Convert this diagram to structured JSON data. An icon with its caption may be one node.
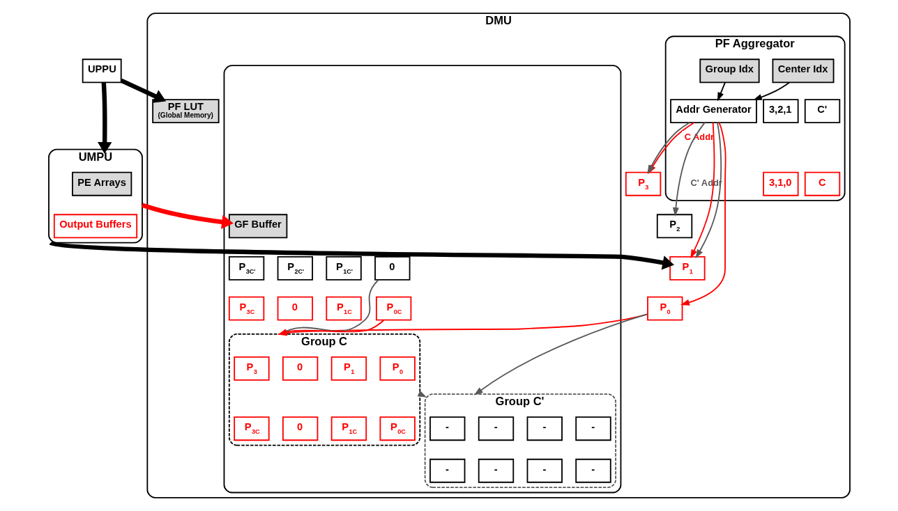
{
  "diagram": {
    "nodes": [
      {
        "text": [
          "UPPU"
        ]
      },
      {
        "text": [
          "UMPU"
        ]
      },
      {
        "text": [
          "PE Arrays"
        ],
        "in": 1
      },
      {
        "text": [
          "Output Buffers"
        ],
        "in": 1
      },
      {
        "text": [
          "DMU"
        ]
      },
      {
        "text": [
          "PF LUT",
          "(Global Memory)"
        ],
        "in": 4
      },
      {
        "text": [
          "P$_{3}$"
        ],
        "in": 4
      },
      {
        "text": [
          "P$_{2}$"
        ],
        "in": 4
      },
      {
        "text": [
          "P$_{1}$"
        ],
        "in": 4
      },
      {
        "text": [
          "P$_{0}$"
        ],
        "in": 4
      },
      {
        "text": [
          "PF Aggregator"
        ],
        "in": 4
      },
      {
        "text": [
          "Addr Generator"
        ],
        "in": 10
      },
      {
        "text": [
          "Group Idx"
        ],
        "in": 10
      },
      {
        "text": [
          "3,2,1"
        ],
        "in": 10
      },
      {
        "text": [
          "3,1,0"
        ],
        "in": 10
      },
      {
        "text": [
          "Center Idx"
        ],
        "in": 10
      },
      {
        "text": [
          "C'"
        ],
        "in": 10
      },
      {
        "text": [
          "C"
        ],
        "in": 10
      },
      {
        "text": [],
        "shape": "box",
        "in": 4
      },
      {
        "text": [
          "GF Buffer"
        ],
        "in": 18
      },
      {
        "text": [
          "P$_{3C'}$"
        ],
        "in": 18
      },
      {
        "text": [
          "P$_{2C'}$"
        ],
        "in": 18
      },
      {
        "text": [
          "P$_{1C'}$"
        ],
        "in": 18
      },
      {
        "text": [
          "0"
        ],
        "in": 18
      },
      {
        "text": [
          "P$_{3C}$"
        ],
        "in": 18
      },
      {
        "text": [
          "0"
        ],
        "in": 18
      },
      {
        "text": [
          "P$_{1C}$"
        ],
        "in": 18
      },
      {
        "text": [
          "P$_{0C}$"
        ],
        "in": 18
      },
      {
        "text": [
          "Group C"
        ],
        "in": 18
      },
      {
        "text": [
          "P$_{3}$"
        ],
        "in": 28
      },
      {
        "text": [
          "0"
        ],
        "in": 28
      },
      {
        "text": [
          "P$_{1}$"
        ],
        "in": 28
      },
      {
        "text": [
          "P$_{0}$"
        ],
        "in": 28
      },
      {
        "text": [
          "P$_{3C}$"
        ],
        "in": 28
      },
      {
        "text": [
          "0"
        ],
        "in": 28
      },
      {
        "text": [
          "P$_{1C}$"
        ],
        "in": 28
      },
      {
        "text": [
          "P$_{0C}$"
        ],
        "in": 28
      },
      {
        "text": [
          "Group C'"
        ],
        "in": 18
      },
      {
        "text": [
          "-"
        ],
        "in": 37
      },
      {
        "text": [
          "-"
        ],
        "in": 37
      },
      {
        "text": [
          "-"
        ],
        "in": 37
      },
      {
        "text": [
          "-"
        ],
        "in": 37
      },
      {
        "text": [
          "-"
        ],
        "in": 37
      },
      {
        "text": [
          "-"
        ],
        "in": 37
      },
      {
        "text": [
          "-"
        ],
        "in": 37
      },
      {
        "text": [
          "-"
        ],
        "in": 37
      }
    ],
    "edges": [
      {
        "from": 0,
        "to": 1,
        "arrow": "to",
        "style": "thick",
        "color": "#000000"
      },
      {
        "from": 0,
        "to": 5,
        "arrow": "to",
        "style": "thick",
        "color": "#000000"
      },
      {
        "from": 1,
        "to": 8,
        "arrow": "to",
        "style": "thick",
        "color": "#000000"
      },
      {
        "from": 1,
        "to": 19,
        "arrow": "to",
        "style": "thick",
        "color": "#ff0000"
      },
      {
        "from": 11,
        "to": 6,
        "arrow": "to",
        "label": "C Addr",
        "color": "#ff0000"
      },
      {
        "from": 11,
        "to": 8,
        "arrow": "to",
        "color": "#ff0000"
      },
      {
        "from": 11,
        "to": 9,
        "arrow": "to",
        "color": "#ff0000"
      },
      {
        "from": 11,
        "to": 6,
        "arrow": "to",
        "color": "#595959"
      },
      {
        "from": 11,
        "to": 7,
        "arrow": "to",
        "label": "C' Addr",
        "color": "#595959"
      },
      {
        "from": 11,
        "to": 8,
        "arrow": "to",
        "color": "#595959"
      },
      {
        "from": 12,
        "to": 11,
        "arrow": "to",
        "color": "#000000"
      },
      {
        "from": 15,
        "to": 11,
        "arrow": "to",
        "color": "#000000"
      },
      {
        "from": 9,
        "to": 28,
        "arrow": "to",
        "color": "#ff0000"
      },
      {
        "from": 9,
        "to": 37,
        "arrow": "to",
        "color": "#595959"
      },
      {
        "from": 23,
        "to": 28,
        "arrow": "none",
        "color": "#595959"
      },
      {
        "from": 27,
        "to": 28,
        "arrow": "to",
        "color": "#ff0000"
      },
      {
        "from": 28,
        "to": 37,
        "arrow": "to",
        "color": "#595959"
      }
    ]
  }
}
